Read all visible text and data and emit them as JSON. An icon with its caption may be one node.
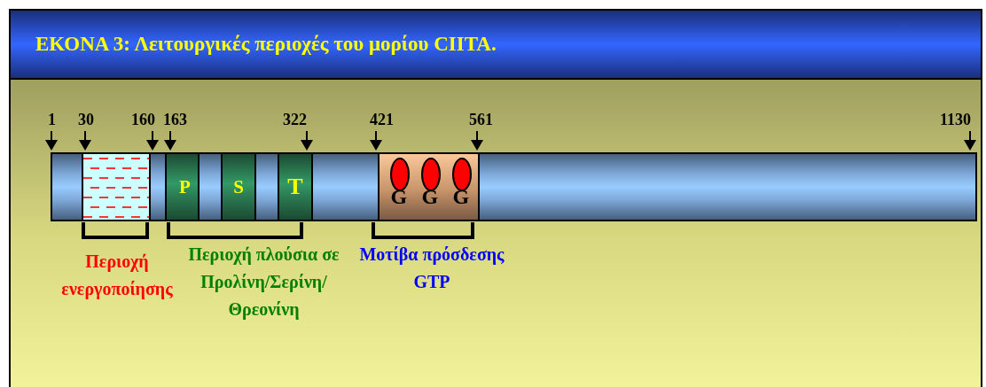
{
  "diagram": {
    "title": "ΕΚΟΝΑ 3: Λειτουργικές περιοχές του μορίου CIITA.",
    "nodes": [
      {
        "text": [],
        "shape": "bar"
      },
      {
        "text": [],
        "shape": "box",
        "in": 0
      },
      {
        "text": [
          "P"
        ],
        "in": 0
      },
      {
        "text": [
          "S"
        ],
        "in": 0
      },
      {
        "text": [
          "T"
        ],
        "in": 0
      },
      {
        "text": [
          "G",
          "G",
          "G"
        ],
        "in": 0
      }
    ],
    "edges": [],
    "labels": [
      "1",
      "30",
      "160",
      "163",
      "322",
      "421",
      "561",
      "1130",
      "Περιοχή ενεργοποίησης",
      "Περιοχή πλούσια σε Προλίνη/Σερίνη/Θρεονίνη",
      "Μοτίβα πρόσδεσης GTP"
    ]
  }
}
